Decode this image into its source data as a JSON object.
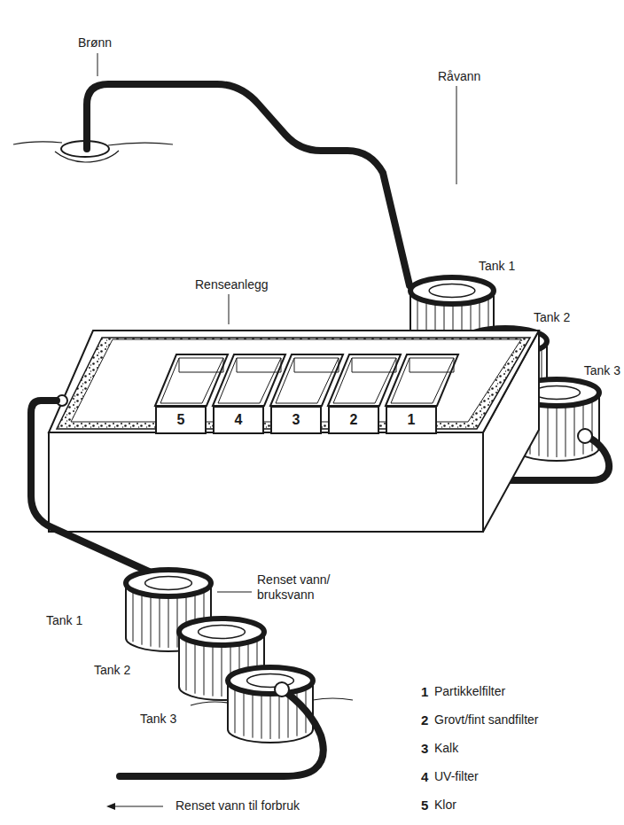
{
  "diagram": {
    "nodes": [
      {
        "text": [
          "5"
        ]
      },
      {
        "text": [
          "4"
        ]
      },
      {
        "text": [
          "3"
        ]
      },
      {
        "text": [
          "2"
        ]
      },
      {
        "text": [
          "1"
        ]
      }
    ],
    "labels": [
      "Brønn",
      "Råvann",
      "Tank 1",
      "Tank 2",
      "Tank 3",
      "Renseanlegg",
      "Renset vann/ bruksvann",
      "Tank 1",
      "Tank 2",
      "Tank 3",
      "1",
      "Partikkelfilter",
      "2",
      "Grovt/fint sandfilter",
      "3",
      "Kalk",
      "4",
      "UV-filter",
      "5",
      "Klor",
      "Renset vann til forbruk"
    ]
  }
}
